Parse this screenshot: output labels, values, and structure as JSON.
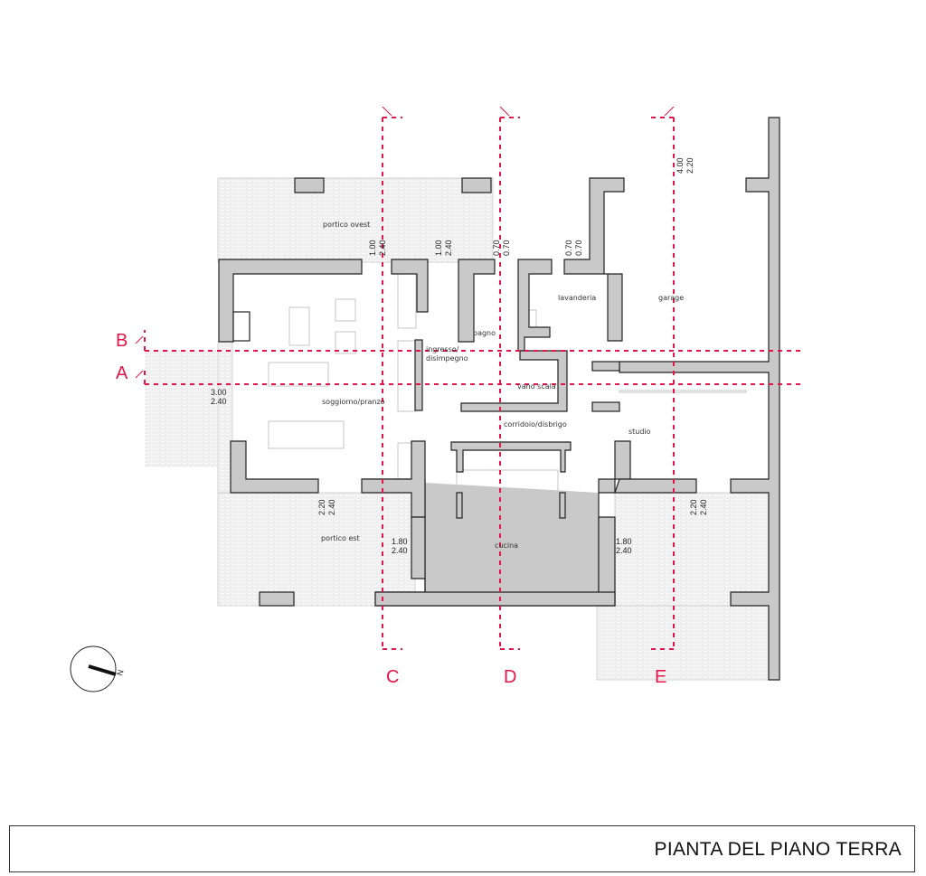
{
  "title": "PIANTA DEL PIANO TERRA",
  "rooms": {
    "portico_ovest": "portico  ovest",
    "portico_est": "portico  est",
    "soggiorno": "soggiorno/pranzo",
    "ingresso_1": "ingresso/",
    "ingresso_2": "disimpegno",
    "bagno": "bagno",
    "lavanderia": "lavanderia",
    "garage": "garage",
    "vano_scala": "vano  scala",
    "corridoio": "corridoio/disbrigo",
    "studio": "studio",
    "cucina": "cucina"
  },
  "dimensions": [
    {
      "a": "1.00",
      "b": "2.40"
    },
    {
      "a": "1.00",
      "b": "2.40"
    },
    {
      "a": "0.70",
      "b": "0.70"
    },
    {
      "a": "0.70",
      "b": "0.70"
    },
    {
      "a": "4.00",
      "b": "2.20"
    },
    {
      "a": "3.00",
      "b": "2.40"
    },
    {
      "a": "2.20",
      "b": "2.40"
    },
    {
      "a": "2.20",
      "b": "2.40"
    },
    {
      "a": "1.80",
      "b": "2.40"
    },
    {
      "a": "1.80",
      "b": "2.40"
    }
  ],
  "sections": {
    "a": "A",
    "b": "B",
    "c": "C",
    "d": "D",
    "e": "E"
  },
  "north": "N",
  "colors": {
    "section": "#e3154a",
    "wall": "#c9c9c9"
  }
}
